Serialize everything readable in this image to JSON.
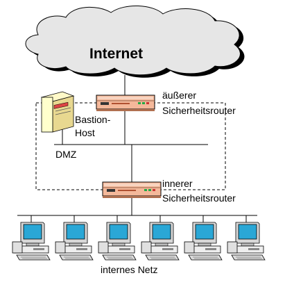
{
  "diagram": {
    "cloud_label": "Internet",
    "outer_router_label_line1": "äußerer",
    "outer_router_label_line2": "Sicherheitsrouter",
    "bastion_label_line1": "Bastion-",
    "bastion_label_line2": "Host",
    "dmz_label": "DMZ",
    "inner_router_label_line1": "innerer",
    "inner_router_label_line2": "Sicherheitsrouter",
    "internal_network_label": "internes Netz",
    "workstation_count": 6
  },
  "colors": {
    "cloud_fill": "#e6e6e6",
    "cloud_shadow": "#000000",
    "router_fill": "#f4b89a",
    "server_fill": "#ffffcc",
    "monitor_screen": "#2aa7d6",
    "pc_fill": "#eeeeee"
  },
  "icons": [
    "cloud-shape",
    "router-icon",
    "server-tower-icon",
    "workstation-icon"
  ]
}
